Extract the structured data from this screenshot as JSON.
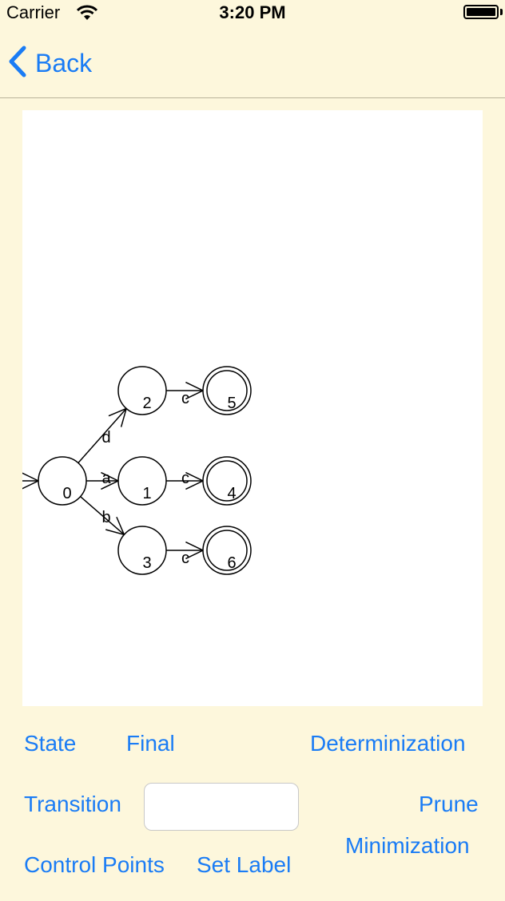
{
  "status_bar": {
    "carrier": "Carrier",
    "time": "3:20 PM"
  },
  "nav": {
    "back_label": "Back"
  },
  "automaton": {
    "states": [
      {
        "id": "0",
        "final": false,
        "initial": true
      },
      {
        "id": "1",
        "final": false
      },
      {
        "id": "2",
        "final": false
      },
      {
        "id": "3",
        "final": false
      },
      {
        "id": "4",
        "final": true
      },
      {
        "id": "5",
        "final": true
      },
      {
        "id": "6",
        "final": true
      }
    ],
    "transitions": [
      {
        "from": "0",
        "to": "2",
        "label": "d"
      },
      {
        "from": "0",
        "to": "1",
        "label": "a"
      },
      {
        "from": "0",
        "to": "3",
        "label": "b"
      },
      {
        "from": "2",
        "to": "5",
        "label": "c"
      },
      {
        "from": "1",
        "to": "4",
        "label": "c"
      },
      {
        "from": "3",
        "to": "6",
        "label": "c"
      }
    ]
  },
  "toolbar": {
    "state": "State",
    "final": "Final",
    "determinization": "Determinization",
    "transition": "Transition",
    "label_value": "",
    "label_placeholder": "",
    "prune": "Prune",
    "minimization": "Minimization",
    "control_points": "Control Points",
    "set_label": "Set Label"
  },
  "colors": {
    "accent": "#1a7cf5",
    "background": "#fdf7dc",
    "canvas": "#ffffff"
  }
}
